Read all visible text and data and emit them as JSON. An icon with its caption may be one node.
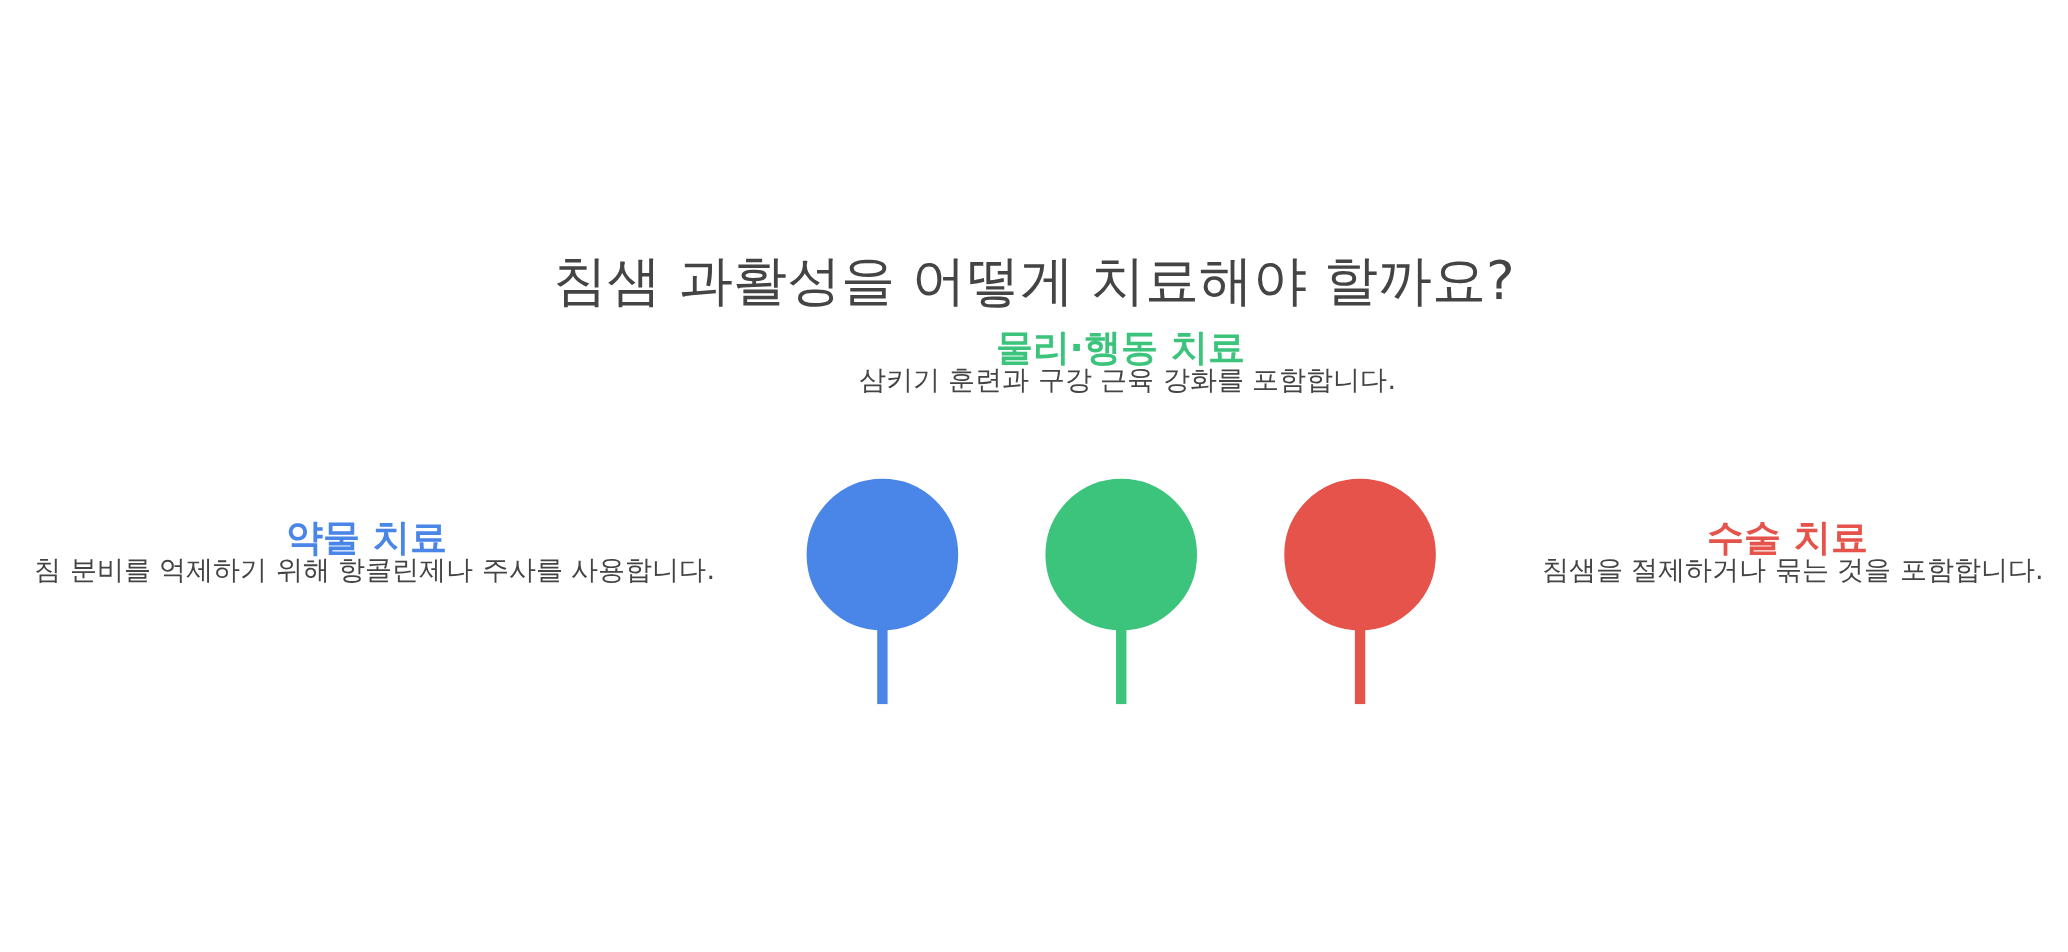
{
  "diagram": {
    "title": "침샘 과활성을 어떻게 치료해야 할까요?",
    "nodes": [
      {
        "text": [],
        "shape": "circle",
        "beside": [
          "물리·행동 치료",
          "삼키기 훈련과 구강 근육 강화를 포함합니다."
        ]
      },
      {
        "text": [],
        "shape": "circle",
        "beside": [
          "약물 치료",
          "침 분비를 억제하기 위해 항콜린제나 주사를 사용합니다."
        ]
      },
      {
        "text": [],
        "shape": "circle",
        "beside": [
          "수술 치료",
          "침샘을 절제하거나 묶는 것을 포함합니다."
        ]
      }
    ],
    "edges": [
      {
        "from": 0,
        "to": null,
        "arrow": "none",
        "color": "#3cc47c"
      },
      {
        "from": 1,
        "to": null,
        "arrow": "none",
        "color": "#4a86e8"
      },
      {
        "from": 2,
        "to": null,
        "arrow": "none",
        "color": "#e5534b"
      }
    ]
  }
}
